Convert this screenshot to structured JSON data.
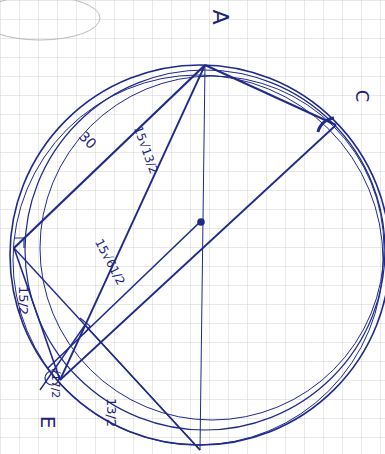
{
  "diagram": {
    "labels": [
      "A",
      "C",
      "E",
      "30",
      "15√13/2",
      "15√61/2",
      "15/2",
      "√17/2",
      "13/2"
    ]
  }
}
